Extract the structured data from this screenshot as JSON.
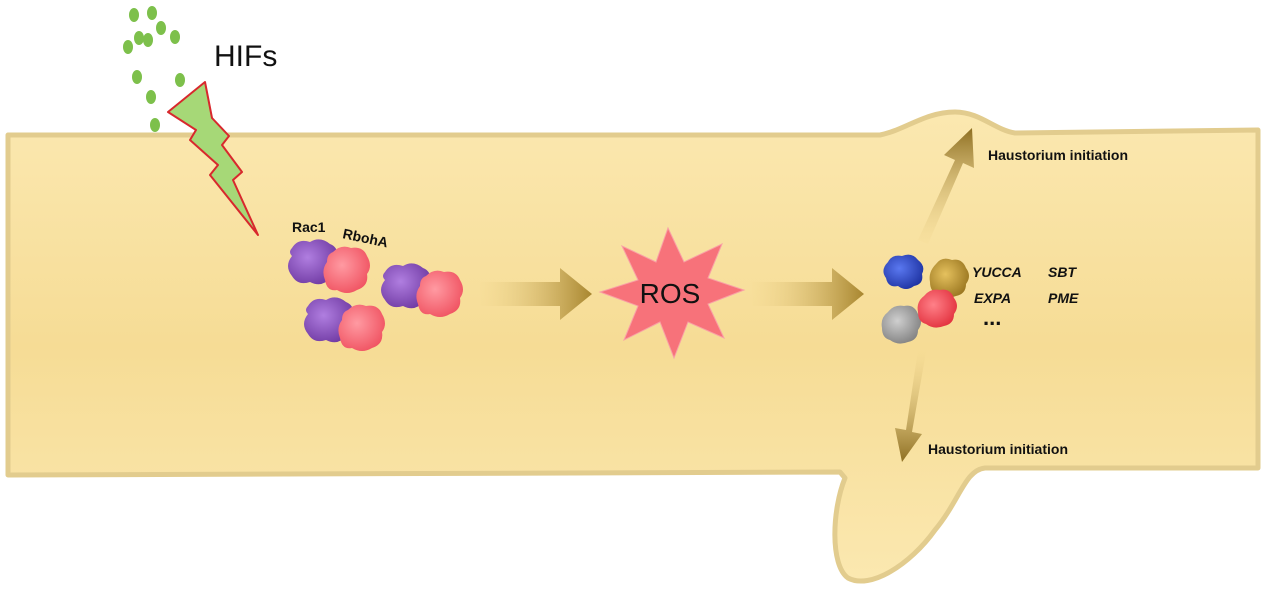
{
  "labels": {
    "hifs": "HIFs",
    "rac1": "Rac1",
    "rbohA": "RbohA",
    "ros": "ROS",
    "haustorium_top": "Haustorium initiation",
    "haustorium_bottom": "Haustorium initiation",
    "genes": [
      "YUCCA",
      "SBT",
      "EXPA",
      "PME"
    ],
    "ellipsis": "..."
  },
  "colors": {
    "root_fill": "#f8e3a3",
    "root_edge": "#dcc68a",
    "hif_dot": "#7dc04b",
    "bolt_fill": "#a6d877",
    "bolt_edge": "#d8282d",
    "rac1_protein": "#8a4fb8",
    "rbohA_protein": "#ff6e7a",
    "ros_star": "#f7727a",
    "arrow": "#a8862f",
    "protein_blue": "#2744c9",
    "protein_gold": "#c3962c",
    "protein_gray": "#9b9b9b",
    "protein_red": "#f24b56"
  }
}
